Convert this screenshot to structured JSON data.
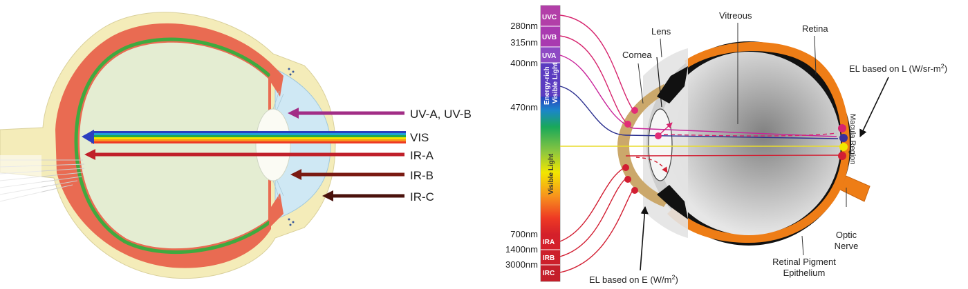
{
  "left_diagram": {
    "rays": [
      {
        "label": "UV-A, UV-B",
        "color": "#a22d86"
      },
      {
        "label": "VIS",
        "color": "rainbow"
      },
      {
        "label": "IR-A",
        "color": "#c0202a"
      },
      {
        "label": "IR-B",
        "color": "#7a1a12"
      },
      {
        "label": "IR-C",
        "color": "#4a120c"
      }
    ]
  },
  "right_diagram": {
    "spectrum_bands": [
      "UVC",
      "UVB",
      "UVA",
      "Energy-rich",
      "Visible Light",
      "Visible Light",
      "IRA",
      "IRB",
      "IRC"
    ],
    "wavelength_labels": [
      "280nm",
      "315nm",
      "400nm",
      "470nm",
      "700nm",
      "1400nm",
      "3000nm"
    ],
    "anatomy_labels": {
      "lens": "Lens",
      "cornea": "Cornea",
      "vitreous": "Vitreous",
      "retina": "Retina",
      "macula": "Macula Region",
      "optic_nerve_1": "Optic",
      "optic_nerve_2": "Nerve",
      "rpe_1": "Retinal Pigment",
      "rpe_2": "Epithelium"
    },
    "el_radiance": {
      "text": "EL based on L (W/sr-m",
      "sup": "2",
      "close": ")"
    },
    "el_irradiance": {
      "text": "EL based on E (W/m",
      "sup": "2",
      "close": ")"
    }
  }
}
